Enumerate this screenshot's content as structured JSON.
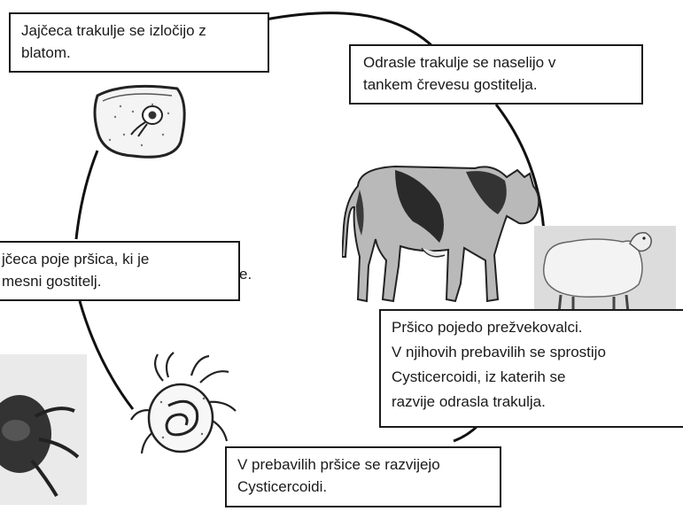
{
  "diagram": {
    "boxes": {
      "egg": [
        "Jajčeca trakulje se izločijo z",
        "blatom."
      ],
      "adult": [
        "Odrasle trakulje se naselijo v",
        "tankem črevesu gostitelja."
      ],
      "mite": [
        "jčeca poje pršica, ki je",
        "mesni gostitelj."
      ],
      "ruminant": [
        "Pršico pojedo prežvekovalci.",
        "V njihovih prebavilih se sprostijo",
        "Cysticercoidi, iz katerih se",
        "razvije odrasla trakulja."
      ],
      "cysticercoid": [
        "V prebavilih  pršice se razvijejo",
        "Cysticercoidi."
      ]
    },
    "stray_text": "e."
  }
}
